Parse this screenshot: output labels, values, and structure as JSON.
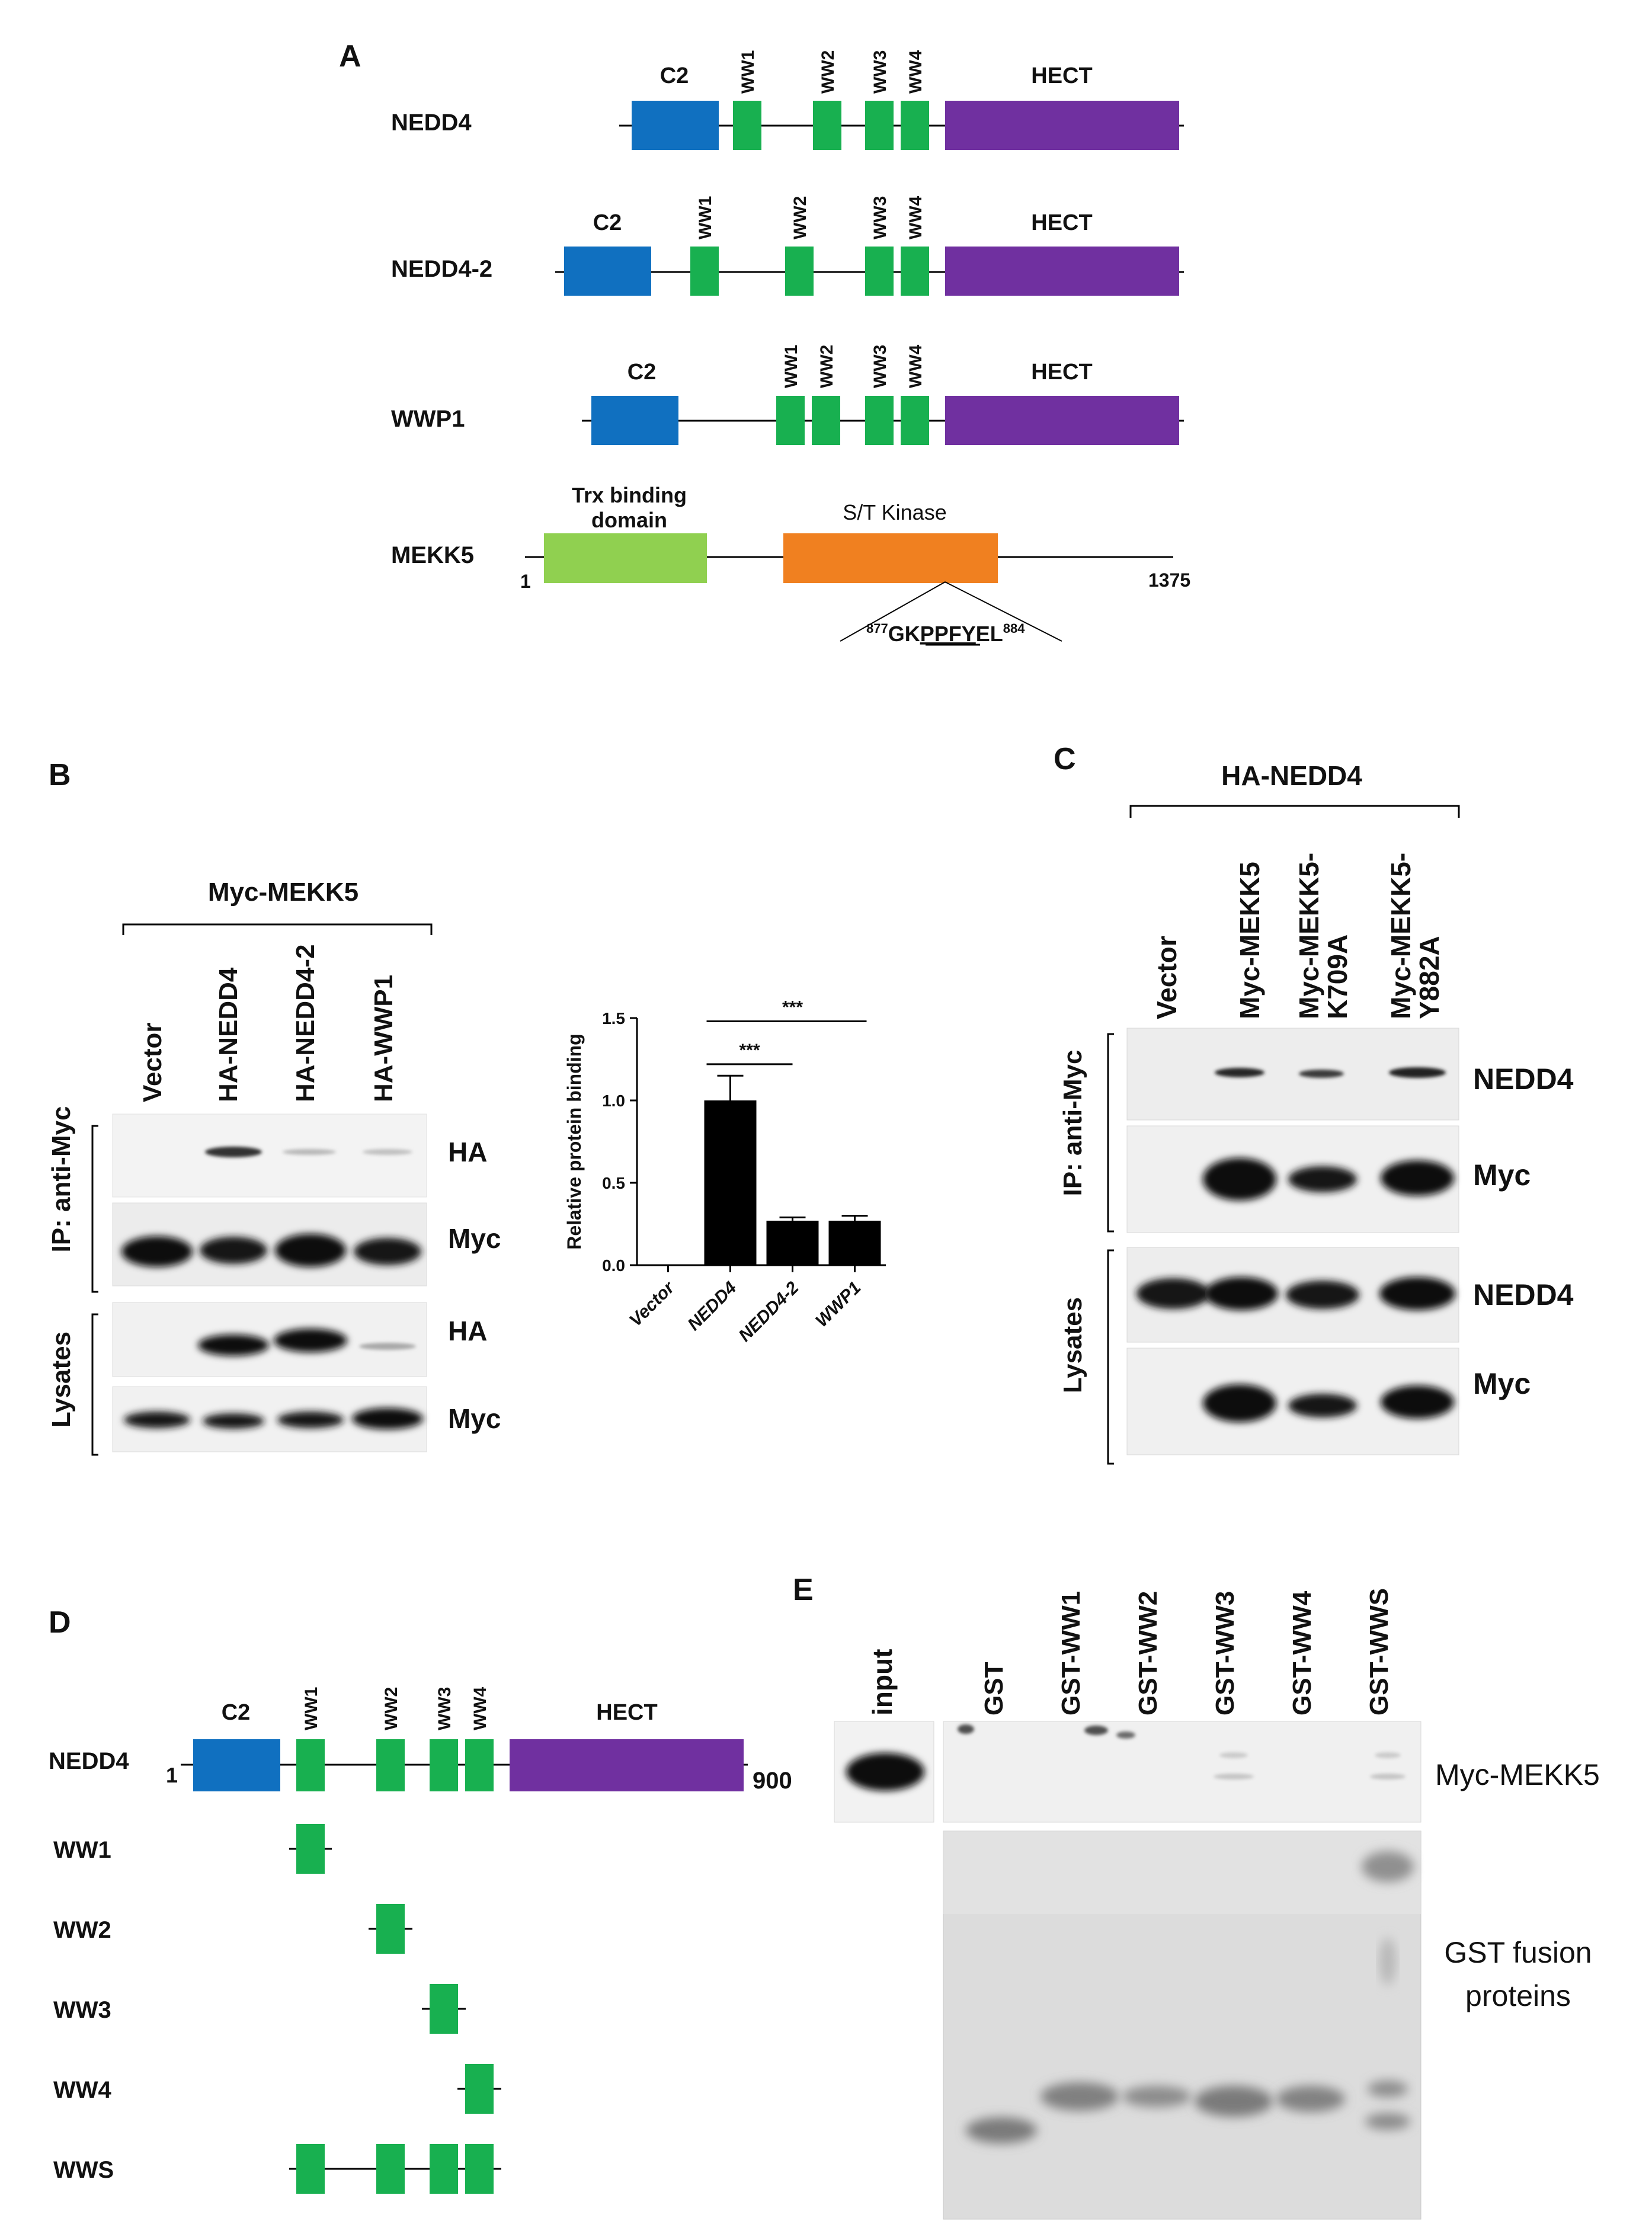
{
  "colors": {
    "c2": "#1070c0",
    "ww": "#18b050",
    "hect": "#7030a0",
    "trx": "#90d050",
    "kinase": "#f08020",
    "bar": "#000000",
    "line": "#000000"
  },
  "panel_a": {
    "letter": "A",
    "proteins": [
      {
        "name": "NEDD4",
        "domains": {
          "c2": "C2",
          "ww1": "WW1",
          "ww2": "WW2",
          "ww3": "WW3",
          "ww4": "WW4",
          "hect": "HECT"
        }
      },
      {
        "name": "NEDD4-2",
        "domains": {
          "c2": "C2",
          "ww1": "WW1",
          "ww2": "WW2",
          "ww3": "WW3",
          "ww4": "WW4",
          "hect": "HECT"
        }
      },
      {
        "name": "WWP1",
        "domains": {
          "c2": "C2",
          "ww1": "WW1",
          "ww2": "WW2",
          "ww3": "WW3",
          "ww4": "WW4",
          "hect": "HECT"
        }
      }
    ],
    "mekk5": {
      "name": "MEKK5",
      "start": "1",
      "end": "1375",
      "trx_line1": "Trx binding",
      "trx_line2": "domain",
      "kinase": "S/T Kinase",
      "motif_start": "877",
      "motif_a": "GK",
      "motif_b": "PPFY",
      "motif_c": "EL",
      "motif_end": "884"
    }
  },
  "panel_b": {
    "letter": "B",
    "group": "Myc-MEKK5",
    "lanes": [
      "Vector",
      "HA-NEDD4",
      "HA-NEDD4-2",
      "HA-WWP1"
    ],
    "sections": [
      "IP: anti-Myc",
      "Lysates"
    ],
    "blots": [
      "HA",
      "Myc",
      "HA",
      "Myc"
    ]
  },
  "panel_c": {
    "letter": "C",
    "group": "HA-NEDD4",
    "lanes": [
      {
        "line1": "Vector",
        "line2": ""
      },
      {
        "line1": "Myc-MEKK5",
        "line2": ""
      },
      {
        "line1": "Myc-MEKK5-",
        "line2": "K709A"
      },
      {
        "line1": "Myc-MEKK5-",
        "line2": "Y882A"
      }
    ],
    "sections": [
      "IP: anti-Myc",
      "Lysates"
    ],
    "blots": [
      "NEDD4",
      "Myc",
      "NEDD4",
      "Myc"
    ]
  },
  "panel_d": {
    "letter": "D",
    "protein": "NEDD4",
    "start": "1",
    "end": "900",
    "domains": {
      "c2": "C2",
      "ww1": "WW1",
      "ww2": "WW2",
      "ww3": "WW3",
      "ww4": "WW4",
      "hect": "HECT"
    },
    "constructs": [
      "WW1",
      "WW2",
      "WW3",
      "WW4",
      "WWS"
    ]
  },
  "panel_e": {
    "letter": "E",
    "input": "input",
    "lanes": [
      "GST",
      "GST-WW1",
      "GST-WW2",
      "GST-WW3",
      "GST-WW4",
      "GST-WWS"
    ],
    "blot": "Myc-MEKK5",
    "gel_line1": "GST fusion",
    "gel_line2": "proteins"
  },
  "chart_data": {
    "type": "bar",
    "categories": [
      "Vector",
      "NEDD4",
      "NEDD4-2",
      "WWP1"
    ],
    "values": [
      0.0,
      1.0,
      0.27,
      0.27
    ],
    "errors": [
      0.0,
      0.15,
      0.02,
      0.03
    ],
    "ylabel": "Relative protein binding",
    "ylim": [
      0,
      1.5
    ],
    "yticks": [
      "0.0",
      "0.5",
      "1.0",
      "1.5"
    ],
    "significance": [
      {
        "from": "NEDD4",
        "to": "NEDD4-2",
        "label": "***"
      },
      {
        "from": "NEDD4",
        "to": "WWP1",
        "label": "***"
      }
    ]
  }
}
